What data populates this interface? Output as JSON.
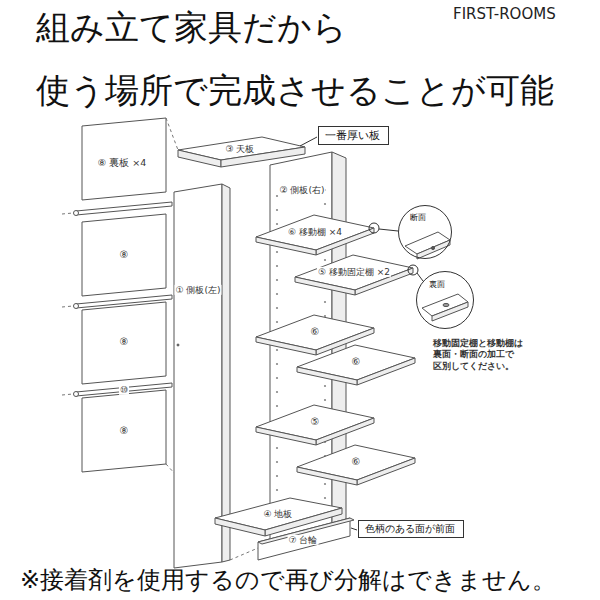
{
  "diagram": {
    "title": "組み立て家具だから 使う場所で完成させることが可能",
    "caption": "※接着剤を使用するので再び分解はできません。",
    "nodes": [
      {
        "text": [
          "一番厚い板"
        ]
      },
      {
        "text": [
          "断面"
        ]
      },
      {
        "text": [
          "裏面"
        ]
      },
      {
        "text": [
          "色柄のある面が前面"
        ]
      }
    ],
    "labels": [
      "FIRST-ROOMS",
      "③ 天板",
      "⑧ 裏板 ×4",
      "② 側板(右)",
      "⑥ 移動棚 ×4",
      "⑧",
      "⑤ 移動固定棚 ×2",
      "① 側板(左)",
      "⑥",
      "⑧",
      "移動固定棚と移動棚は 裏面・断面の加工で 区別してください。",
      "⑥",
      "⑩",
      "⑤",
      "⑧",
      "⑥",
      "④ 地板",
      "⑦ 台輪"
    ]
  }
}
